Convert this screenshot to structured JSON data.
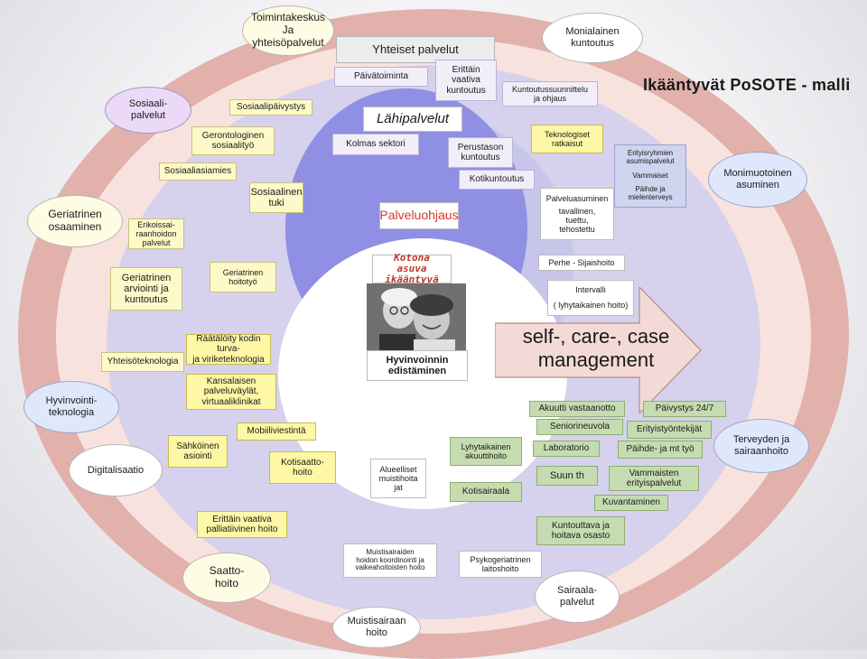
{
  "title": "Ikääntyvät PoSOTE - malli",
  "top": {
    "toimintakeskus": "Toimintakeskus\nJa yhteisöpalvelut",
    "yhteiset": "Yhteiset palvelut",
    "monialainen_1": "Monialainen",
    "monialainen_2": "kuntoutus"
  },
  "services": {
    "sosiaalipalvelut": "Sosiaali-\npalvelut",
    "sosiaalipaivystys": "Sosiaalipäivystys",
    "gerontologinen": "Gerontologinen\nsosiaalityö",
    "sosiaaliasiamies": "Sosiaaliasiamies",
    "sosiaalinen_tuki": "Sosiaalinen\ntuki",
    "geriatrinen_osaaminen": "Geriatrinen\nosaaminen",
    "erikoissairaanhoidon": "Erikoissai-\nraanhoidon\npalvelut",
    "paivatoiminta": "Päivätoiminta",
    "erittain_vaativa_kuntoutus": "Erittäin\nvaativa\nkuntoutus",
    "kuntoutussuunnittelu": "Kuntoutussuunnittelu\nja ohjaus",
    "lahipalvelut": "Lähipalvelut",
    "kolmas_sektori": "Kolmas sektori",
    "perustason": "Perustason\nkuntoutus",
    "teknologiset": "Teknologiset\nratkaisut",
    "erityisryhmien": "Erityisryhmien\nasumispalvelut",
    "vammaiset": "Vammaiset",
    "paihde": "Päihde ja\nmielenterveys",
    "monimuotoinen": "Monimuotoinen\nasuminen",
    "kotikuntoutus": "Kotikuntoutus",
    "palveluasuminen": "Palveluasuminen",
    "tavallinen": "tavallinen,\ntuettu,\ntehostettu",
    "palveluohjaus": "Palveluohjaus",
    "kotona_asuva": "Kotona asuva\nikääntyvä",
    "geriatrinen_arviointi": "Geriatrinen\narviointi ja\nkuntoutus",
    "geriatrinen_hoitotyo": "Geriatrinen\nhoitotyö",
    "perhe": "Perhe - Sijaishoito",
    "intervalli": "Intervalli",
    "lyhytaikainen": "( lyhytaikainen hoito)",
    "yhteisoteknologia": "Yhteisöteknologia",
    "raataloity": "Räätälöity kodin turva-\nja viriketeknologia",
    "hyvinvoinnin": "Hyvinvoinnin\nedistäminen",
    "self_care": "self-, care-, case\nmanagement",
    "hyvinvointiteknologia": "Hyvinvointi-\nteknologia",
    "kansalaisen": "Kansalaisen\npalveluväylät,\nvirtuaaliklinikat",
    "akuutti": "Akuutti vastaanotto",
    "paivystys": "Päivystys 24/7",
    "digitalisaatio": "Digitalisaatio",
    "mobiiliviestinta": "Mobiiliviestintä",
    "sahkoinen": "Sähköinen\nasiointi",
    "kotisaattohoito": "Kotisaatto-\nhoito",
    "alueelliset": "Alueelliset\nmuistihoita\njat",
    "lyhytaikainen_akuutti": "Lyhytaikainen\nakuuttihoito",
    "kotisairaala": "Kotisairaala",
    "seniorineuvola": "Seniorineuvola",
    "laboratorio": "Laboratorio",
    "suun_th": "Suun th",
    "erityistyontekijat": "Erityistyöntekijät",
    "paihde_mt": "Päihde- ja mt työ",
    "vammaisten": "Vammaisten\nerityispalvelut",
    "kuvantaminen": "Kuvantaminen",
    "terveyden": "Terveyden ja\nsairaanhoito",
    "erittain_vaativa_palliatiivinen": "Erittäin vaativa\npalliatiivinen hoito",
    "saattohoito": "Saatto-\nhoito",
    "muistisairaiden": "Muistisairaiden\nhoidon koordinointi ja\nvaikeahoitoisten hoito",
    "psykogeriatrinen": "Psykogeriatrinen\nlaitoshoito",
    "kuntouttava": "Kuntouttava ja\nhoitava osasto",
    "sairaalapalvelut": "Sairaala-\npalvelut",
    "muistisairaan": "Muistisairaan\nhoito"
  },
  "colors": {
    "outer_ring": "#e2b1ac",
    "mid_ring": "#d6d1ec",
    "core": "#8f8fe3",
    "arrow": "#f3dad6",
    "palveluohjaus_text": "#d63a2c",
    "kotona_text": "#c0392b"
  }
}
